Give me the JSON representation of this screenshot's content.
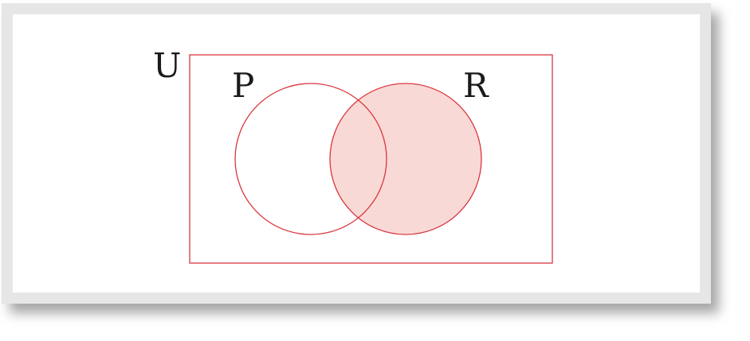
{
  "diagram": {
    "universe_label": "U",
    "set_p_label": "P",
    "set_r_label": "R",
    "shaded_region": "R",
    "colors": {
      "outline": "#d9363e",
      "shade": "#f9d9d6",
      "frame": "#e6e6e6",
      "text": "#1a1a1a"
    }
  }
}
